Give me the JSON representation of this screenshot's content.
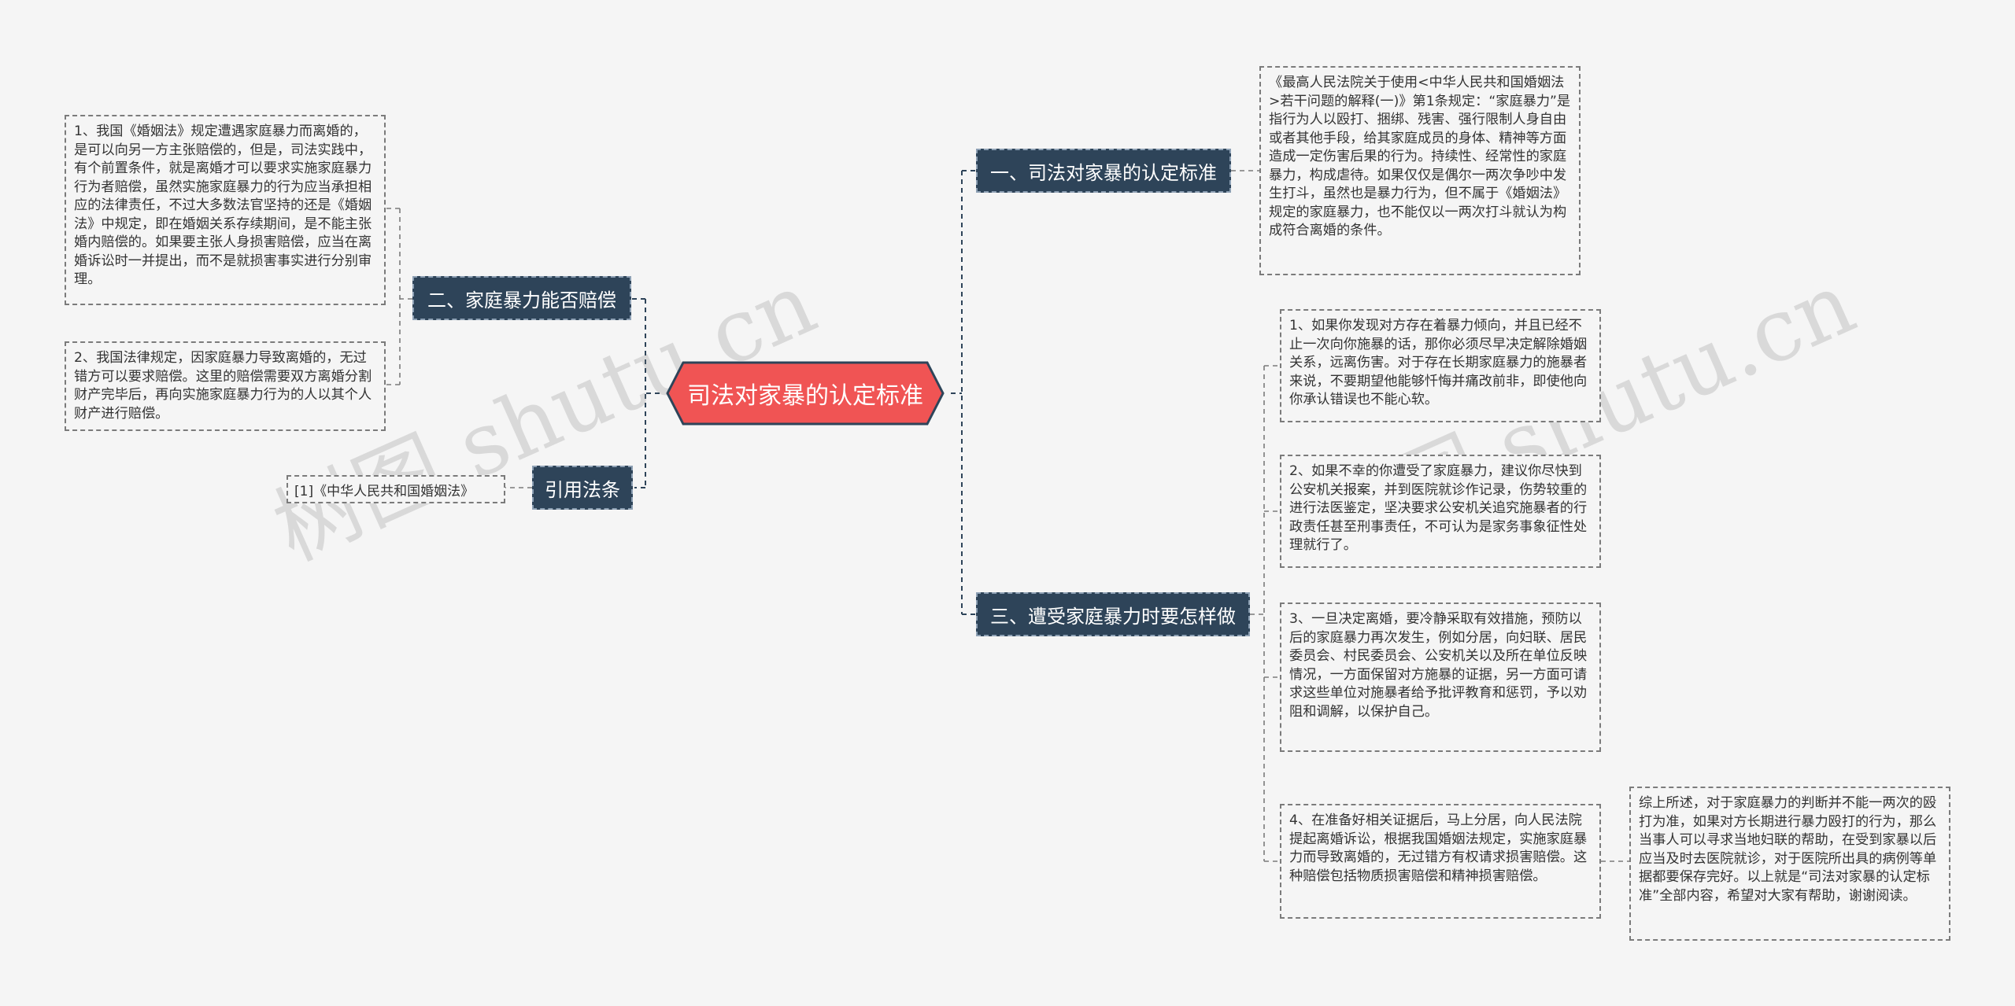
{
  "center": {
    "label": "司法对家暴的认定标准"
  },
  "branches": {
    "b1": {
      "label": "一、司法对家暴的认定标准"
    },
    "b2": {
      "label": "二、家庭暴力能否赔偿"
    },
    "b3": {
      "label": "三、遭受家庭暴力时要怎样做"
    },
    "b4": {
      "label": "引用法条"
    }
  },
  "notes": {
    "b1_n1": "《最高人民法院关于使用<中华人民共和国婚姻法>若干问题的解释(一)》第1条规定：“家庭暴力”是指行为人以殴打、捆绑、残害、强行限制人身自由或者其他手段，给其家庭成员的身体、精神等方面造成一定伤害后果的行为。持续性、经常性的家庭暴力，构成虐待。如果仅仅是偶尔一两次争吵中发生打斗，虽然也是暴力行为，但不属于《婚姻法》规定的家庭暴力，也不能仅以一两次打斗就认为构成符合离婚的条件。",
    "b2_n1": "1、我国《婚姻法》规定遭遇家庭暴力而离婚的，是可以向另一方主张赔偿的，但是，司法实践中，有个前置条件，就是离婚才可以要求实施家庭暴力行为者赔偿，虽然实施家庭暴力的行为应当承担相应的法律责任，不过大多数法官坚持的还是《婚姻法》中规定，即在婚姻关系存续期间，是不能主张婚内赔偿的。如果要主张人身损害赔偿，应当在离婚诉讼时一并提出，而不是就损害事实进行分别审理。",
    "b2_n2": "2、我国法律规定，因家庭暴力导致离婚的，无过错方可以要求赔偿。这里的赔偿需要双方离婚分割财产完毕后，再向实施家庭暴力行为的人以其个人财产进行赔偿。",
    "b3_n1": "1、如果你发现对方存在着暴力倾向，并且已经不止一次向你施暴的话，那你必须尽早决定解除婚姻关系，远离伤害。对于存在长期家庭暴力的施暴者来说，不要期望他能够忏悔并痛改前非，即使他向你承认错误也不能心软。",
    "b3_n2": "2、如果不幸的你遭受了家庭暴力，建议你尽快到公安机关报案，并到医院就诊作记录，伤势较重的进行法医鉴定，坚决要求公安机关追究施暴者的行政责任甚至刑事责任，不可认为是家务事象征性处理就行了。",
    "b3_n3": "3、一旦决定离婚，要冷静采取有效措施，预防以后的家庭暴力再次发生，例如分居，向妇联、居民委员会、村民委员会、公安机关以及所在单位反映情况，一方面保留对方施暴的证据，另一方面可请求这些单位对施暴者给予批评教育和惩罚，予以劝阻和调解，以保护自己。",
    "b3_n4": "4、在准备好相关证据后，马上分居，向人民法院提起离婚诉讼，根据我国婚姻法规定，实施家庭暴力而导致离婚的，无过错方有权请求损害赔偿。这种赔偿包括物质损害赔偿和精神损害赔偿。",
    "b3_n4_sub": "综上所述，对于家庭暴力的判断并不能一两次的殴打为准，如果对方长期进行暴力殴打的行为，那么当事人可以寻求当地妇联的帮助，在受到家暴以后应当及时去医院就诊，对于医院所出具的病例等单据都要保存完好。以上就是“司法对家暴的认定标准”全部内容，希望对大家有帮助，谢谢阅读。",
    "b4_ref": "[1]《中华人民共和国婚姻法》"
  },
  "watermarks": [
    "树图 shutu.cn",
    "树图 shutu.cn"
  ],
  "colors": {
    "center_fill": "#f05454",
    "topic_fill": "#2e4459",
    "line": "#2e4459",
    "note_border": "#7b7b7b",
    "background": "#f5f5f5"
  }
}
